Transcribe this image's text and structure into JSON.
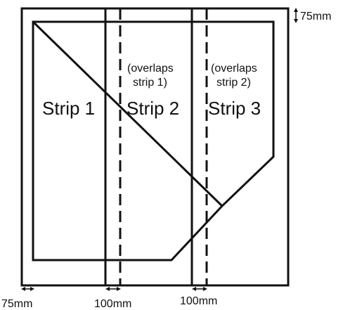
{
  "diagram": {
    "top_margin": "75mm",
    "bottom_dims": [
      "75mm",
      "100mm",
      "100mm"
    ],
    "strips": [
      {
        "label": "Strip 1",
        "note": []
      },
      {
        "label": "Strip 2",
        "note": [
          "(overlaps",
          "strip 1)"
        ]
      },
      {
        "label": "Strip 3",
        "note": [
          "(overlaps",
          "strip 2)"
        ]
      }
    ]
  }
}
